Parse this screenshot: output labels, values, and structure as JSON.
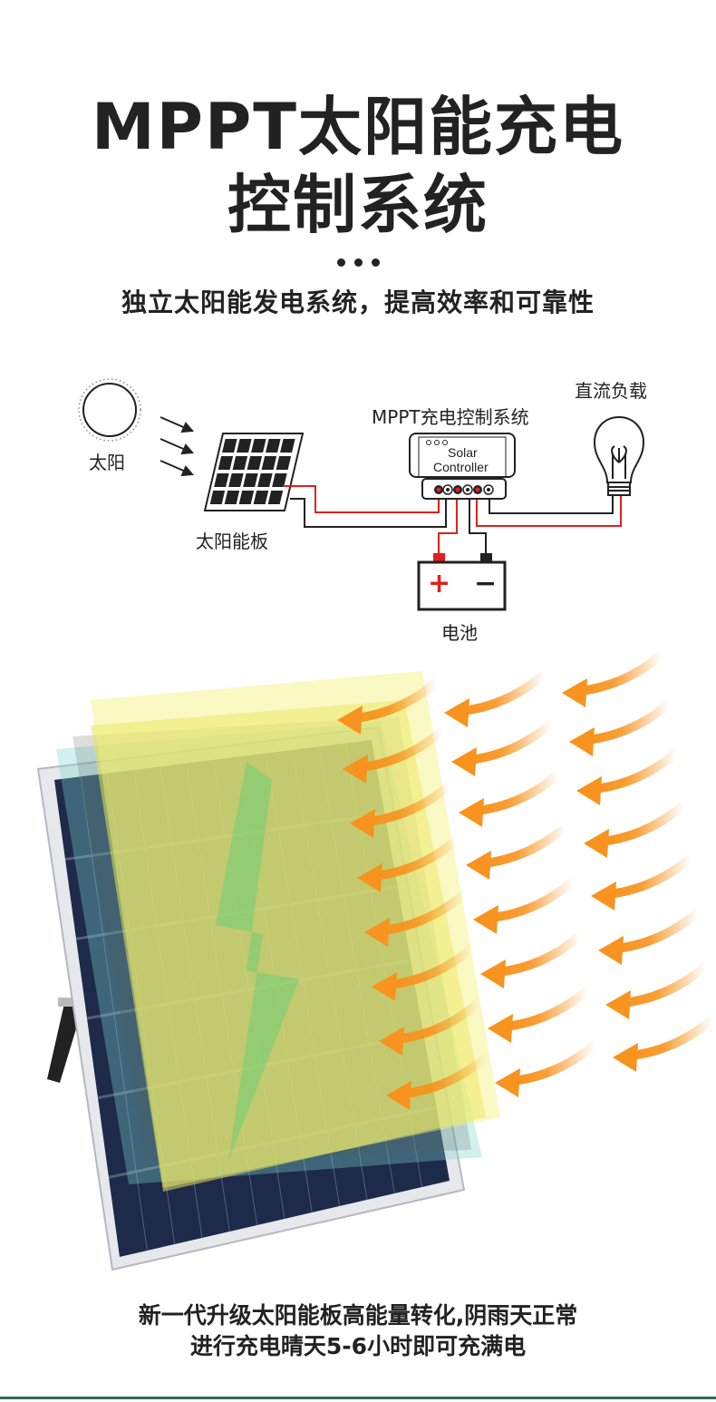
{
  "header": {
    "title_line1": "MPPT太阳能充电",
    "title_line2": "控制系统",
    "subtitle": "独立太阳能发电系统，提高效率和可靠性"
  },
  "diagram": {
    "sun_label": "太阳",
    "panel_label": "太阳能板",
    "controller_label": "MPPT充电控制系统",
    "controller_text_line1": "Solar",
    "controller_text_line2": "Controller",
    "load_label": "直流负载",
    "battery_label": "电池",
    "battery_plus": "+",
    "battery_minus": "−"
  },
  "caption": {
    "line1": "新一代升级太阳能板高能量转化,阴雨天正常",
    "line2": "进行充电晴天5-6小时即可充满电"
  },
  "colors": {
    "wire_red": "#e02020",
    "wire_black": "#222222",
    "arrow_orange": "#f7931e",
    "overlay_yellow": "#f4f07a",
    "overlay_teal": "#7fd6cf",
    "panel_cell": "#1e2a4a"
  }
}
